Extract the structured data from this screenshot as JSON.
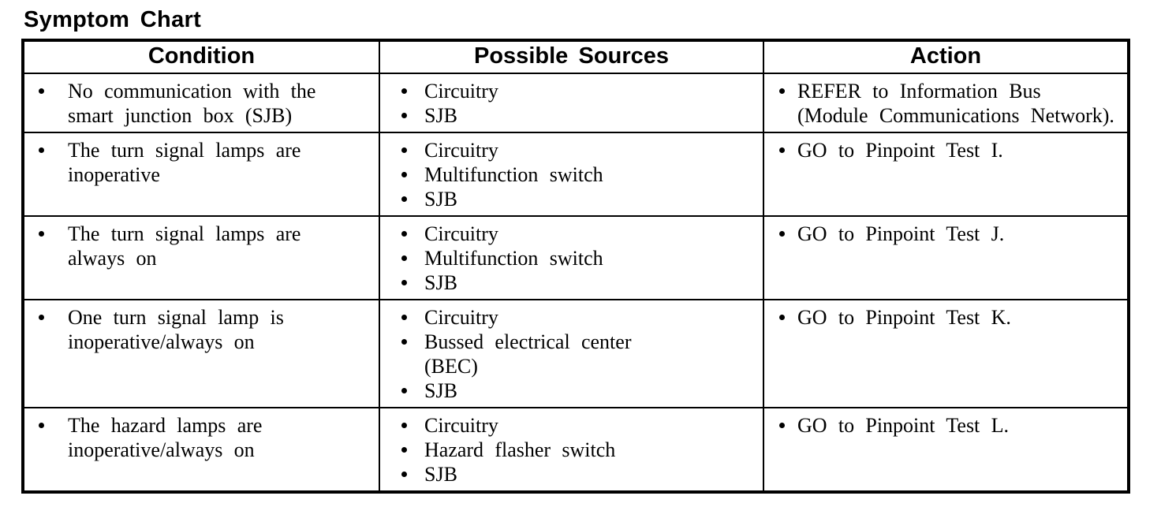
{
  "title": "Symptom Chart",
  "colors": {
    "text": "#000000",
    "border": "#000000",
    "background": "#ffffff"
  },
  "table": {
    "headers": [
      "Condition",
      "Possible Sources",
      "Action"
    ],
    "rows": [
      {
        "condition": "No communication with the\nsmart junction box (SJB)",
        "sources": [
          "Circuitry",
          "SJB"
        ],
        "action": "REFER to Information Bus\n(Module Communications Network)."
      },
      {
        "condition": "The turn signal lamps are\ninoperative",
        "sources": [
          "Circuitry",
          "Multifunction switch",
          "SJB"
        ],
        "action": "GO to Pinpoint Test I."
      },
      {
        "condition": "The turn signal lamps are\nalways on",
        "sources": [
          "Circuitry",
          "Multifunction switch",
          "SJB"
        ],
        "action": "GO to Pinpoint Test J."
      },
      {
        "condition": "One turn signal lamp is\ninoperative/always on",
        "sources": [
          "Circuitry",
          "Bussed electrical center\n(BEC)",
          "SJB"
        ],
        "action": "GO to Pinpoint Test K."
      },
      {
        "condition": "The hazard lamps are\ninoperative/always on",
        "sources": [
          "Circuitry",
          "Hazard flasher switch",
          "SJB"
        ],
        "action": "GO to Pinpoint Test L."
      }
    ]
  }
}
